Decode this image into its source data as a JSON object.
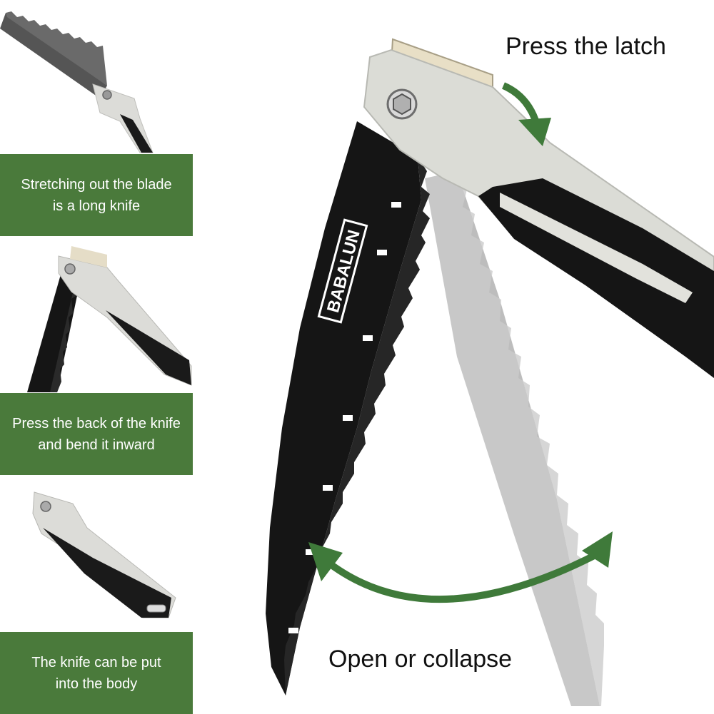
{
  "panels": [
    {
      "caption": "Stretching out the blade\nis a long knife"
    },
    {
      "caption": "Press the back of the knife\nand bend it inward"
    },
    {
      "caption": "The knife can be put\ninto the body"
    }
  ],
  "main": {
    "label_latch": "Press the latch",
    "label_open": "Open or collapse",
    "brand": "BABALUN"
  },
  "colors": {
    "caption_bg": "#4a7a3b",
    "arrow_green": "#3f7a3a",
    "blade_black": "#141414",
    "handle_silver": "#d9dcd6"
  }
}
